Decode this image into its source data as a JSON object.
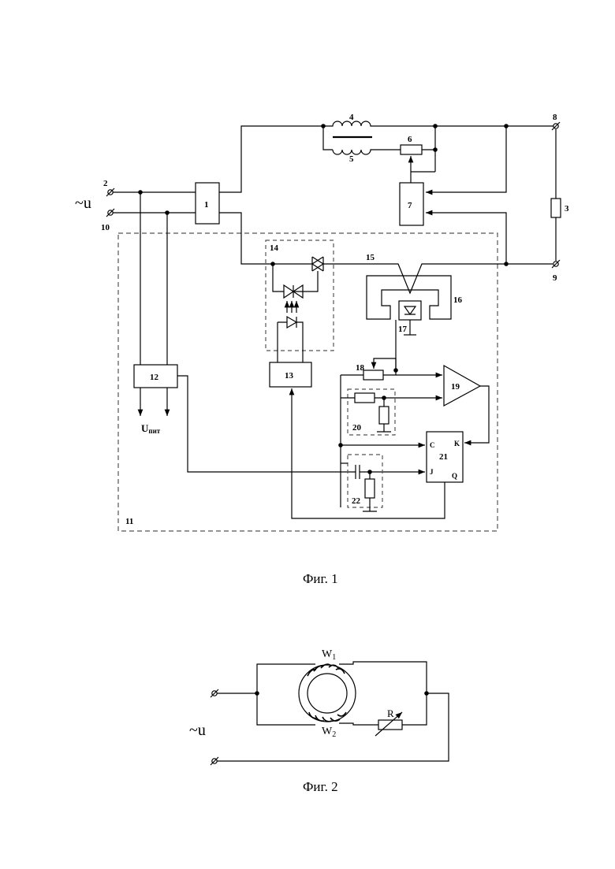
{
  "fig1": {
    "caption": "Фиг. 1",
    "source_label": "~u",
    "supply_label": "U",
    "supply_sub": "пит",
    "labels": {
      "b1": "1",
      "t2": "2",
      "r3": "3",
      "ind4": "4",
      "ind5": "5",
      "r6": "6",
      "b7": "7",
      "t8": "8",
      "t9": "9",
      "t10": "10",
      "box11": "11",
      "b12": "12",
      "b13": "13",
      "b14": "14",
      "w15": "15",
      "s16": "16",
      "d17": "17",
      "r18": "18",
      "a19": "19",
      "b20": "20",
      "ff21": "21",
      "b22": "22"
    },
    "ff_pins": {
      "c": "C",
      "j": "J",
      "k": "K",
      "q": "Q"
    }
  },
  "fig2": {
    "caption": "Фиг. 2",
    "source_label": "~u",
    "w1": "W",
    "w1_sub": "1",
    "w2": "W",
    "w2_sub": "2",
    "r_label": "R"
  }
}
